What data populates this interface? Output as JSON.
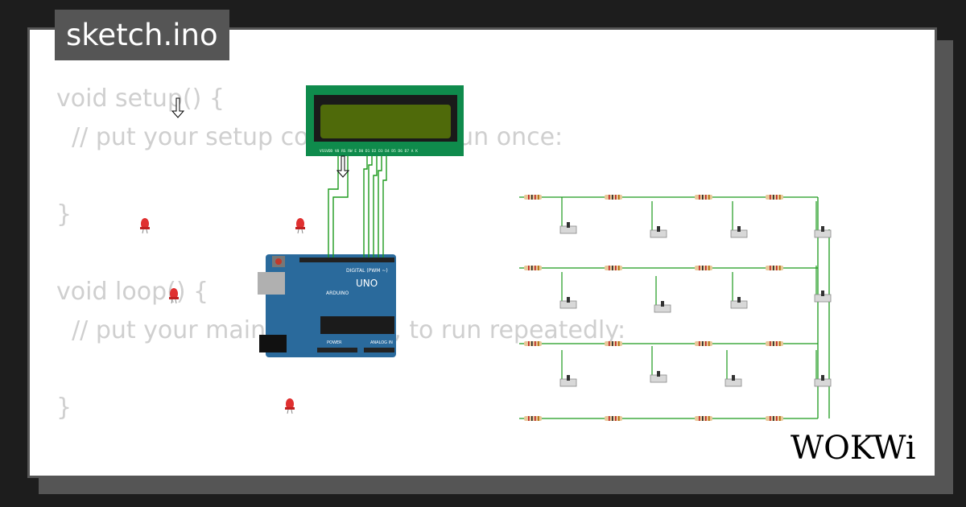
{
  "file": {
    "name": "sketch.ino"
  },
  "code": [
    "void setup() {",
    "  // put your setup code here, to run once:",
    "",
    "}",
    "",
    "void loop() {",
    "  // put your main code here, to run repeatedly:",
    "",
    "}"
  ],
  "board": {
    "brand": "UNO",
    "maker": "ARDUINO",
    "digital": "DIGITAL (PWM ~)",
    "analog": "ANALOG IN",
    "power": "POWER"
  },
  "lcd": {
    "pins": "VSSVDD V0 RS RW E  D0 D1 D2 D3 D4 D5 D6 D7 A  K"
  },
  "logo": {
    "text": "WOKWi"
  },
  "colors": {
    "wire": "#1c9a1c",
    "lcd_board": "#0f8b4c",
    "lcd_screen": "#4f6a0a",
    "arduino": "#2a6a9c",
    "code_text": "#cfcfcf"
  }
}
